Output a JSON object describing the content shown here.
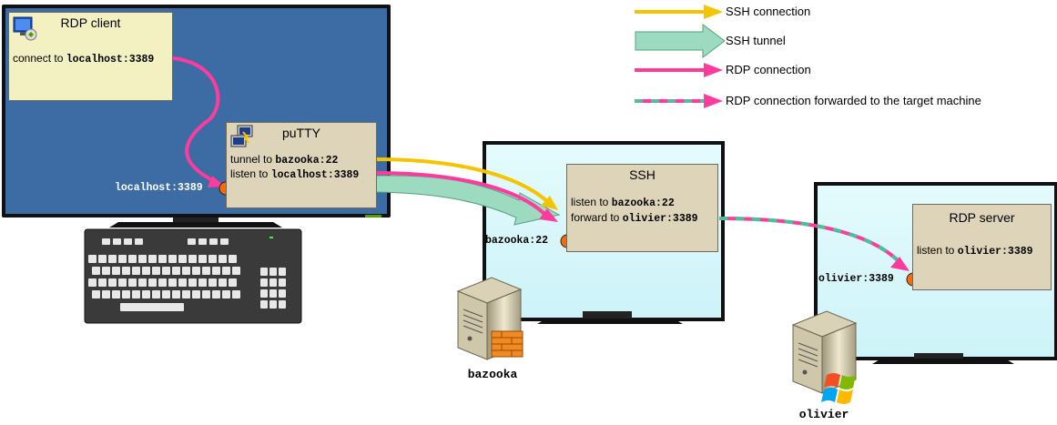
{
  "legend": [
    {
      "label": "SSH connection",
      "kind": "ssh-connection",
      "color": "#f5c400"
    },
    {
      "label": "SSH tunnel",
      "kind": "ssh-tunnel",
      "color": "#9ddbc0"
    },
    {
      "label": "RDP connection",
      "kind": "rdp-connection",
      "color": "#ff3c9e"
    },
    {
      "label": "RDP connection forwarded to the target machine",
      "kind": "rdp-forwarded",
      "color": "#ff3c9e"
    }
  ],
  "client": {
    "box_title": "RDP client",
    "connect_prefix": "connect to ",
    "connect_target": "localhost:3389",
    "port_label": "localhost:3389"
  },
  "putty": {
    "title": "puTTY",
    "tunnel_prefix": "tunnel to ",
    "tunnel_target": "bazooka:22",
    "listen_prefix": "listen to ",
    "listen_target": "localhost:3389"
  },
  "ssh": {
    "title": "SSH",
    "listen_prefix": "listen to ",
    "listen_target": "bazooka:22",
    "forward_prefix": "forward to ",
    "forward_target": "olivier:3389",
    "port_label": "bazooka:22",
    "host_caption": "bazooka"
  },
  "rdp_server": {
    "title": "RDP server",
    "listen_prefix": "listen to ",
    "listen_target": "olivier:3389",
    "port_label": "olivier:3389",
    "host_caption": "olivier"
  },
  "colors": {
    "client_screen": "#3d6ba3",
    "remote_screen": "#dbfafd",
    "port_dot": "#ff6a00",
    "box_fill": "#ddd4b9",
    "client_box_fill": "#f3f0c2"
  }
}
